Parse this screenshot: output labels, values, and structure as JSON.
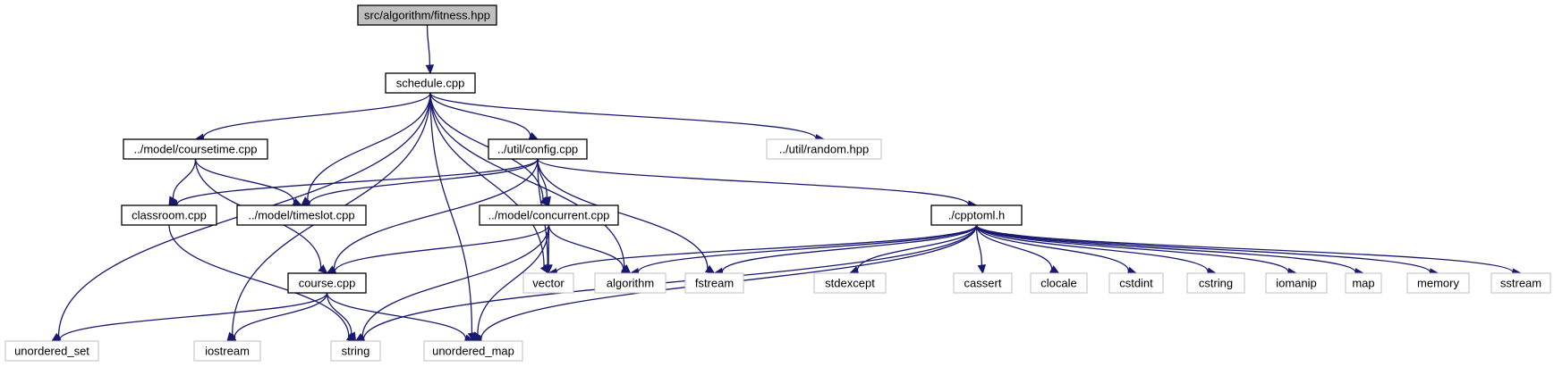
{
  "graph": {
    "root": "src/algorithm/fitness.hpp",
    "nodes": [
      {
        "id": "fitness",
        "label": "src/algorithm/fitness.hpp",
        "kind": "root"
      },
      {
        "id": "schedule",
        "label": "schedule.cpp",
        "kind": "doc"
      },
      {
        "id": "coursetime",
        "label": "../model/coursetime.cpp",
        "kind": "doc"
      },
      {
        "id": "config",
        "label": "../util/config.cpp",
        "kind": "doc"
      },
      {
        "id": "random",
        "label": "../util/random.hpp",
        "kind": "external"
      },
      {
        "id": "classroom",
        "label": "classroom.cpp",
        "kind": "doc"
      },
      {
        "id": "timeslot",
        "label": "../model/timeslot.cpp",
        "kind": "doc"
      },
      {
        "id": "concurrent",
        "label": "../model/concurrent.cpp",
        "kind": "doc"
      },
      {
        "id": "cpptoml",
        "label": "./cpptoml.h",
        "kind": "doc"
      },
      {
        "id": "course",
        "label": "course.cpp",
        "kind": "doc"
      },
      {
        "id": "vector",
        "label": "vector",
        "kind": "external"
      },
      {
        "id": "algorithm",
        "label": "algorithm",
        "kind": "external"
      },
      {
        "id": "fstream",
        "label": "fstream",
        "kind": "external"
      },
      {
        "id": "stdexcept",
        "label": "stdexcept",
        "kind": "external"
      },
      {
        "id": "cassert",
        "label": "cassert",
        "kind": "external"
      },
      {
        "id": "clocale",
        "label": "clocale",
        "kind": "external"
      },
      {
        "id": "cstdint",
        "label": "cstdint",
        "kind": "external"
      },
      {
        "id": "cstring",
        "label": "cstring",
        "kind": "external"
      },
      {
        "id": "iomanip",
        "label": "iomanip",
        "kind": "external"
      },
      {
        "id": "map",
        "label": "map",
        "kind": "external"
      },
      {
        "id": "memory",
        "label": "memory",
        "kind": "external"
      },
      {
        "id": "sstream",
        "label": "sstream",
        "kind": "external"
      },
      {
        "id": "unordered_set",
        "label": "unordered_set",
        "kind": "external"
      },
      {
        "id": "iostream",
        "label": "iostream",
        "kind": "external"
      },
      {
        "id": "string",
        "label": "string",
        "kind": "external"
      },
      {
        "id": "unordered_map",
        "label": "unordered_map",
        "kind": "external"
      }
    ],
    "edges": [
      [
        "fitness",
        "schedule"
      ],
      [
        "schedule",
        "coursetime"
      ],
      [
        "schedule",
        "config"
      ],
      [
        "schedule",
        "random"
      ],
      [
        "schedule",
        "timeslot"
      ],
      [
        "schedule",
        "concurrent"
      ],
      [
        "schedule",
        "unordered_set"
      ],
      [
        "schedule",
        "iostream"
      ],
      [
        "schedule",
        "unordered_map"
      ],
      [
        "schedule",
        "vector"
      ],
      [
        "schedule",
        "algorithm"
      ],
      [
        "coursetime",
        "classroom"
      ],
      [
        "coursetime",
        "timeslot"
      ],
      [
        "coursetime",
        "course"
      ],
      [
        "config",
        "classroom"
      ],
      [
        "config",
        "timeslot"
      ],
      [
        "config",
        "concurrent"
      ],
      [
        "config",
        "course"
      ],
      [
        "config",
        "cpptoml"
      ],
      [
        "config",
        "vector"
      ],
      [
        "config",
        "fstream"
      ],
      [
        "classroom",
        "string"
      ],
      [
        "concurrent",
        "course"
      ],
      [
        "concurrent",
        "vector"
      ],
      [
        "concurrent",
        "algorithm"
      ],
      [
        "concurrent",
        "string"
      ],
      [
        "concurrent",
        "unordered_map"
      ],
      [
        "cpptoml",
        "vector"
      ],
      [
        "cpptoml",
        "algorithm"
      ],
      [
        "cpptoml",
        "fstream"
      ],
      [
        "cpptoml",
        "stdexcept"
      ],
      [
        "cpptoml",
        "cassert"
      ],
      [
        "cpptoml",
        "clocale"
      ],
      [
        "cpptoml",
        "cstdint"
      ],
      [
        "cpptoml",
        "cstring"
      ],
      [
        "cpptoml",
        "iomanip"
      ],
      [
        "cpptoml",
        "map"
      ],
      [
        "cpptoml",
        "memory"
      ],
      [
        "cpptoml",
        "sstream"
      ],
      [
        "cpptoml",
        "string"
      ],
      [
        "cpptoml",
        "unordered_map"
      ],
      [
        "course",
        "unordered_set"
      ],
      [
        "course",
        "iostream"
      ],
      [
        "course",
        "string"
      ],
      [
        "course",
        "unordered_map"
      ]
    ],
    "colors": {
      "edge": "#191970",
      "root_fill": "#bfbfbf",
      "node_border": "#000000",
      "external_border": "#bfbfbf"
    }
  }
}
